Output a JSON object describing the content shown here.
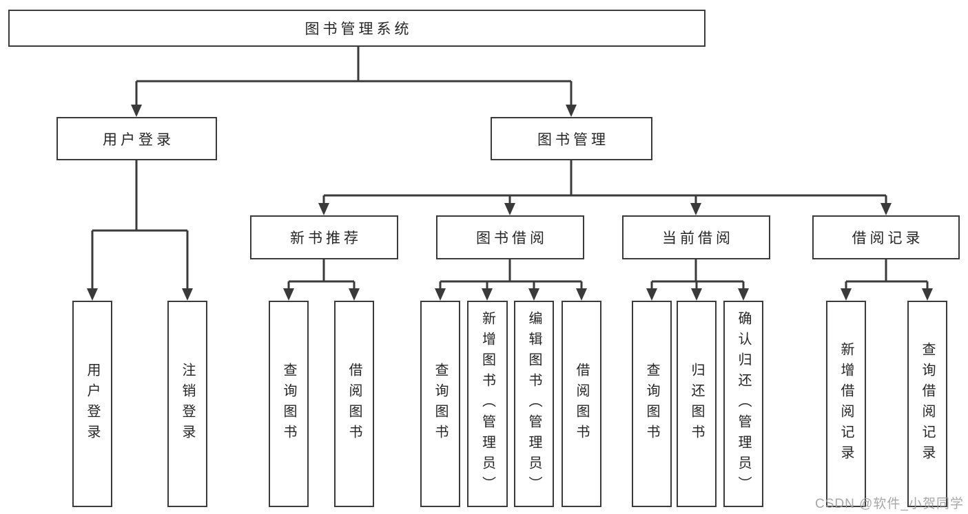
{
  "diagram": {
    "title_node": {
      "label": "图书管理系统"
    },
    "level2": [
      {
        "label": "用户登录"
      },
      {
        "label": "图书管理"
      }
    ],
    "level3": [
      {
        "label": "新书推荐"
      },
      {
        "label": "图书借阅"
      },
      {
        "label": "当前借阅"
      },
      {
        "label": "借阅记录"
      }
    ],
    "leaves": [
      {
        "label": "用户登录"
      },
      {
        "label": "注销登录"
      },
      {
        "label": "查询图书"
      },
      {
        "label": "借阅图书"
      },
      {
        "label": "查询图书"
      },
      {
        "label": "新增图书（管理员）"
      },
      {
        "label": "编辑图书（管理员）"
      },
      {
        "label": "借阅图书"
      },
      {
        "label": "查询图书"
      },
      {
        "label": "归还图书"
      },
      {
        "label": "确认归还（管理员）"
      },
      {
        "label": "新增借阅记录"
      },
      {
        "label": "查询借阅记录"
      }
    ],
    "colors": {
      "line": "#3a3a3a",
      "text": "#262626",
      "box_background": "#ffffff",
      "canvas_background": "#ffffff"
    }
  },
  "watermark": {
    "text": "CSDN @软件_小贺同学",
    "color": "#9e9e9e"
  }
}
